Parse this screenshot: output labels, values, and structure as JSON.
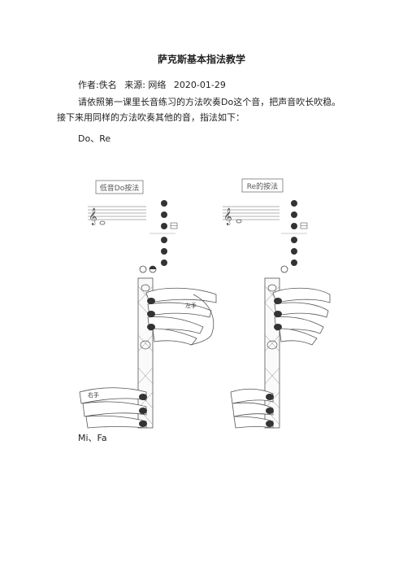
{
  "doc": {
    "title": "萨克斯基本指法教学",
    "author": "作者:佚名",
    "source": "来源: 网络",
    "date": "2020-01-29",
    "paragraph_line1": "请依照第一课里长音练习的方法吹奏Do这个音，把声音吹长吹稳。",
    "paragraph_line2": "接下来用同样的方法吹奏其他的音，指法如下：",
    "label_dore": "Do、Re",
    "label_mifa": "Mi、Fa"
  },
  "figure": {
    "left_chart_title": "低音Do按法",
    "right_chart_title": "Re的按法",
    "left_hand_label": "左手",
    "right_hand_label": "右手"
  }
}
